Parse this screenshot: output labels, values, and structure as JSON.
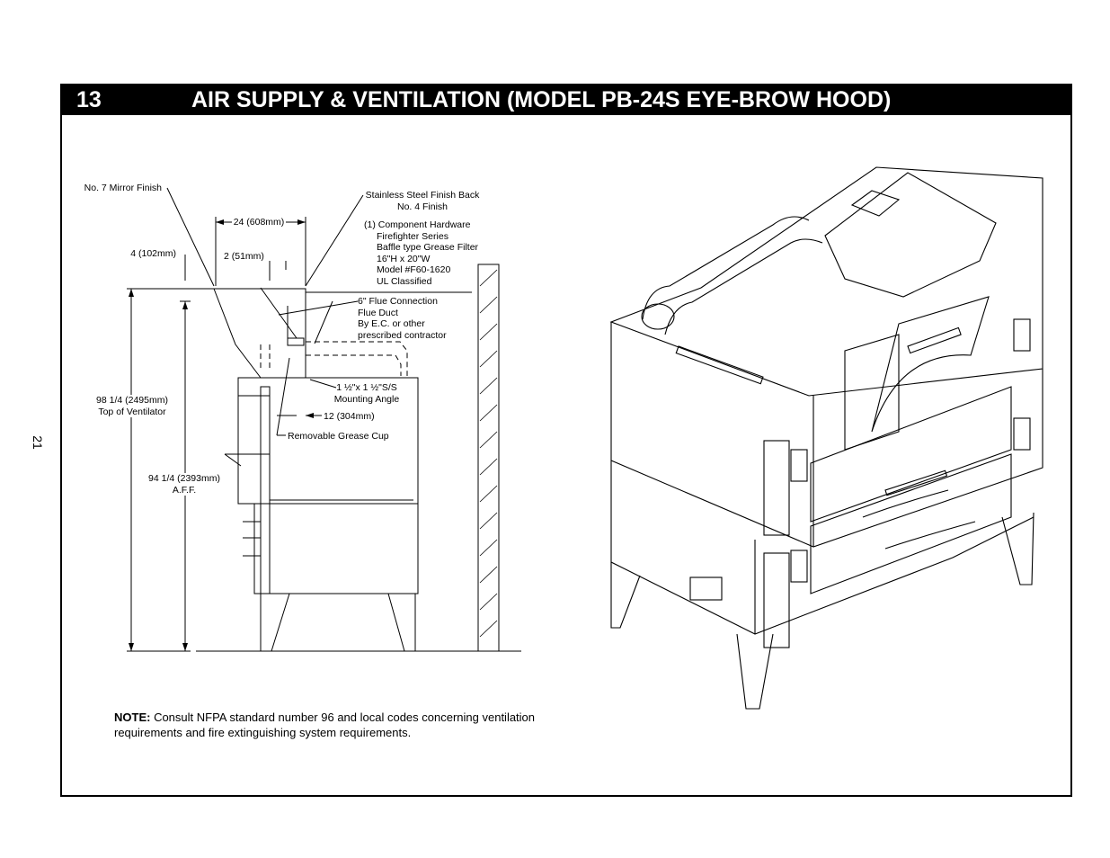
{
  "page_number": "21",
  "header": {
    "section_number": "13",
    "title": "AIR SUPPLY & VENTILATION (MODEL PB-24S EYE-BROW HOOD)"
  },
  "callouts": {
    "mirror_finish": "No. 7 Mirror Finish",
    "stainless_back_1": "Stainless Steel Finish Back",
    "stainless_back_2": "No. 4 Finish",
    "dim_width": "24 (608mm)",
    "component_1": "(1) Component Hardware",
    "component_2": "Firefighter Series",
    "component_3": "Baffle type Grease Filter",
    "component_4": "16\"H x 20\"W",
    "component_5": "Model #F60-1620",
    "component_6": "UL Classified",
    "dim_4": "4 (102mm)",
    "dim_2": "2 (51mm)",
    "flue_1": "6\" Flue Connection",
    "flue_2": "Flue Duct",
    "flue_3": "By E.C. or other",
    "flue_4": "prescribed contractor",
    "angle_1": "1 ½\"x 1 ½\"S/S",
    "angle_2": "Mounting Angle",
    "dim_12": "12 (304mm)",
    "grease_cup": "Removable Grease Cup",
    "top_vent_1": "98 1/4 (2495mm)",
    "top_vent_2": "Top of Ventilator",
    "aff_1": "94 1/4 (2393mm)",
    "aff_2": "A.F.F."
  },
  "note": {
    "label": "NOTE:",
    "text": " Consult NFPA standard number 96 and local codes concerning ventilation requirements and fire extinguishing system requirements."
  }
}
